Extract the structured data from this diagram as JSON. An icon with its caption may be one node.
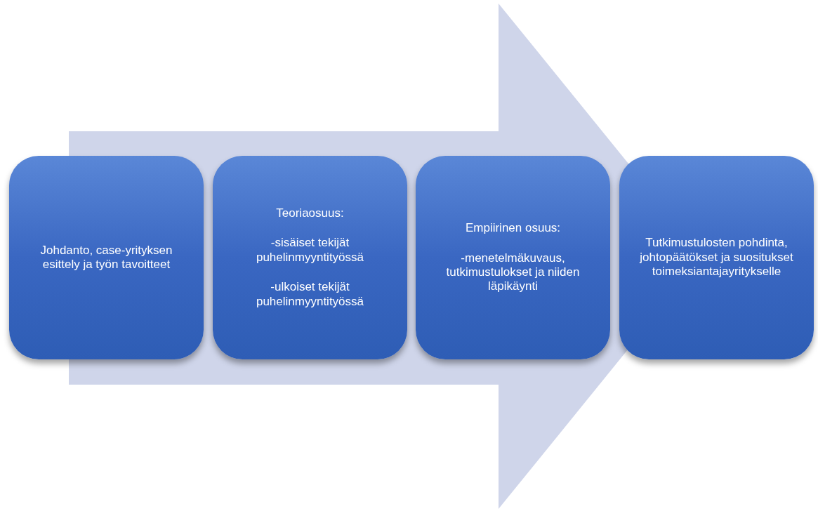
{
  "diagram": {
    "nodes": [
      {
        "text": [],
        "shape": "arrow"
      },
      {
        "text": [
          "Johdanto, case-yrityksen esittely ja työn tavoitteet"
        ]
      },
      {
        "text": [
          "Teoriaosuus:",
          "-sisäiset tekijät puhelinmyyntityössä",
          "-ulkoiset tekijät puhelinmyyntityössä"
        ],
        "in": 0
      },
      {
        "text": [
          "Empiirinen osuus:",
          "-menetelmäkuvaus, tutkimustulokset ja niiden läpikäynti"
        ],
        "in": 0
      },
      {
        "text": [
          "Tutkimustulosten pohdinta, johtopäätökset ja suositukset toimeksiantajayritykselle"
        ]
      }
    ]
  }
}
